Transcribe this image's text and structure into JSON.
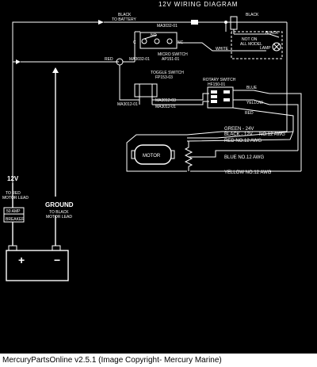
{
  "diagram": {
    "title": "12V WIRING DIAGRAM",
    "labels": {
      "black_to_battery_1": "BLACK",
      "black_to_battery_2": "TO BATTERY",
      "black_top": "BLACK",
      "black_lamp": "BLACK",
      "white": "WHITE",
      "not_on_all_1": "NOT ON",
      "not_on_all_2": "ALL MODEL",
      "lamp": "LAMP",
      "part_ma3032_01_top": "MA3032-01",
      "no": "NO",
      "c": "C",
      "nc": "NC",
      "micro_switch": "MICRO SWITCH",
      "micro_switch_part": "AP151-01",
      "red_left": "RED",
      "part_ma3032_01_red": "MA3032-01",
      "toggle_switch": "TOGGLE SWITCH",
      "toggle_switch_part": "FP153-03",
      "part_ma3012_01_left": "MA3012-01",
      "part_ma3012_01_mid": "MA3012-01",
      "part_ma3012_03": "MA3012-03",
      "rotary_switch": "ROTARY SWITCH",
      "rotary_switch_part": "HF150-01",
      "blue_right": "BLUE",
      "yellow_right": "YELLOW",
      "red_right": "RED",
      "green_24v": "GREEN - 24V",
      "black_12v": "BLACK - 12V",
      "no_12_awg_a": "NO.12  AWG",
      "red_awg": "RED  NO.12  AWG",
      "motor": "MOTOR",
      "blue_awg": "BLUE  NO.12  AWG",
      "yellow_awg": "YELLOW  NO.12  AWG",
      "v12": "12V",
      "to_red_1": "TO RED",
      "to_red_2": "MOTOR LEAD",
      "ground": "GROUND",
      "to_black_1": "TO BLACK",
      "to_black_2": "MOTOR LEAD",
      "breaker_1": "50 AMP",
      "breaker_2": "BREAKER",
      "plus": "+",
      "minus": "−"
    }
  },
  "caption": "MercuryPartsOnline v2.5.1 (Image Copyright- Mercury Marine)"
}
